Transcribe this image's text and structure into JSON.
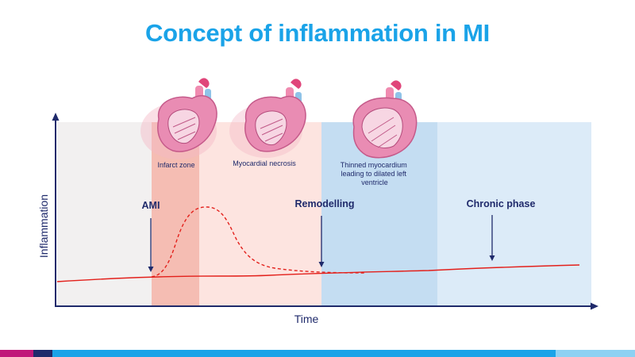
{
  "slide": {
    "title": "Concept of inflammation in MI"
  },
  "diagram": {
    "axes": {
      "y_label": "Inflammation",
      "x_label": "Time"
    },
    "phases": [
      {
        "name": "AMI",
        "color": "#f4b8ae"
      },
      {
        "name": "Remodelling",
        "color": "#fde3df"
      },
      {
        "name": "Chronic phase",
        "color": "#dcebf8"
      }
    ],
    "heart_captions": [
      "Infarct zone",
      "Myocardial necrosis",
      "Thinned myocardium\nleading to dilated left\nventricle"
    ],
    "event_labels": [
      "AMI",
      "Remodelling",
      "Chronic phase"
    ],
    "colors": {
      "title": "#1aa3e8",
      "axis": "#1f2a6b",
      "curve": "#e3201b",
      "band_grey": "#f2f0f0",
      "band_blue": "#c6dff3"
    }
  }
}
